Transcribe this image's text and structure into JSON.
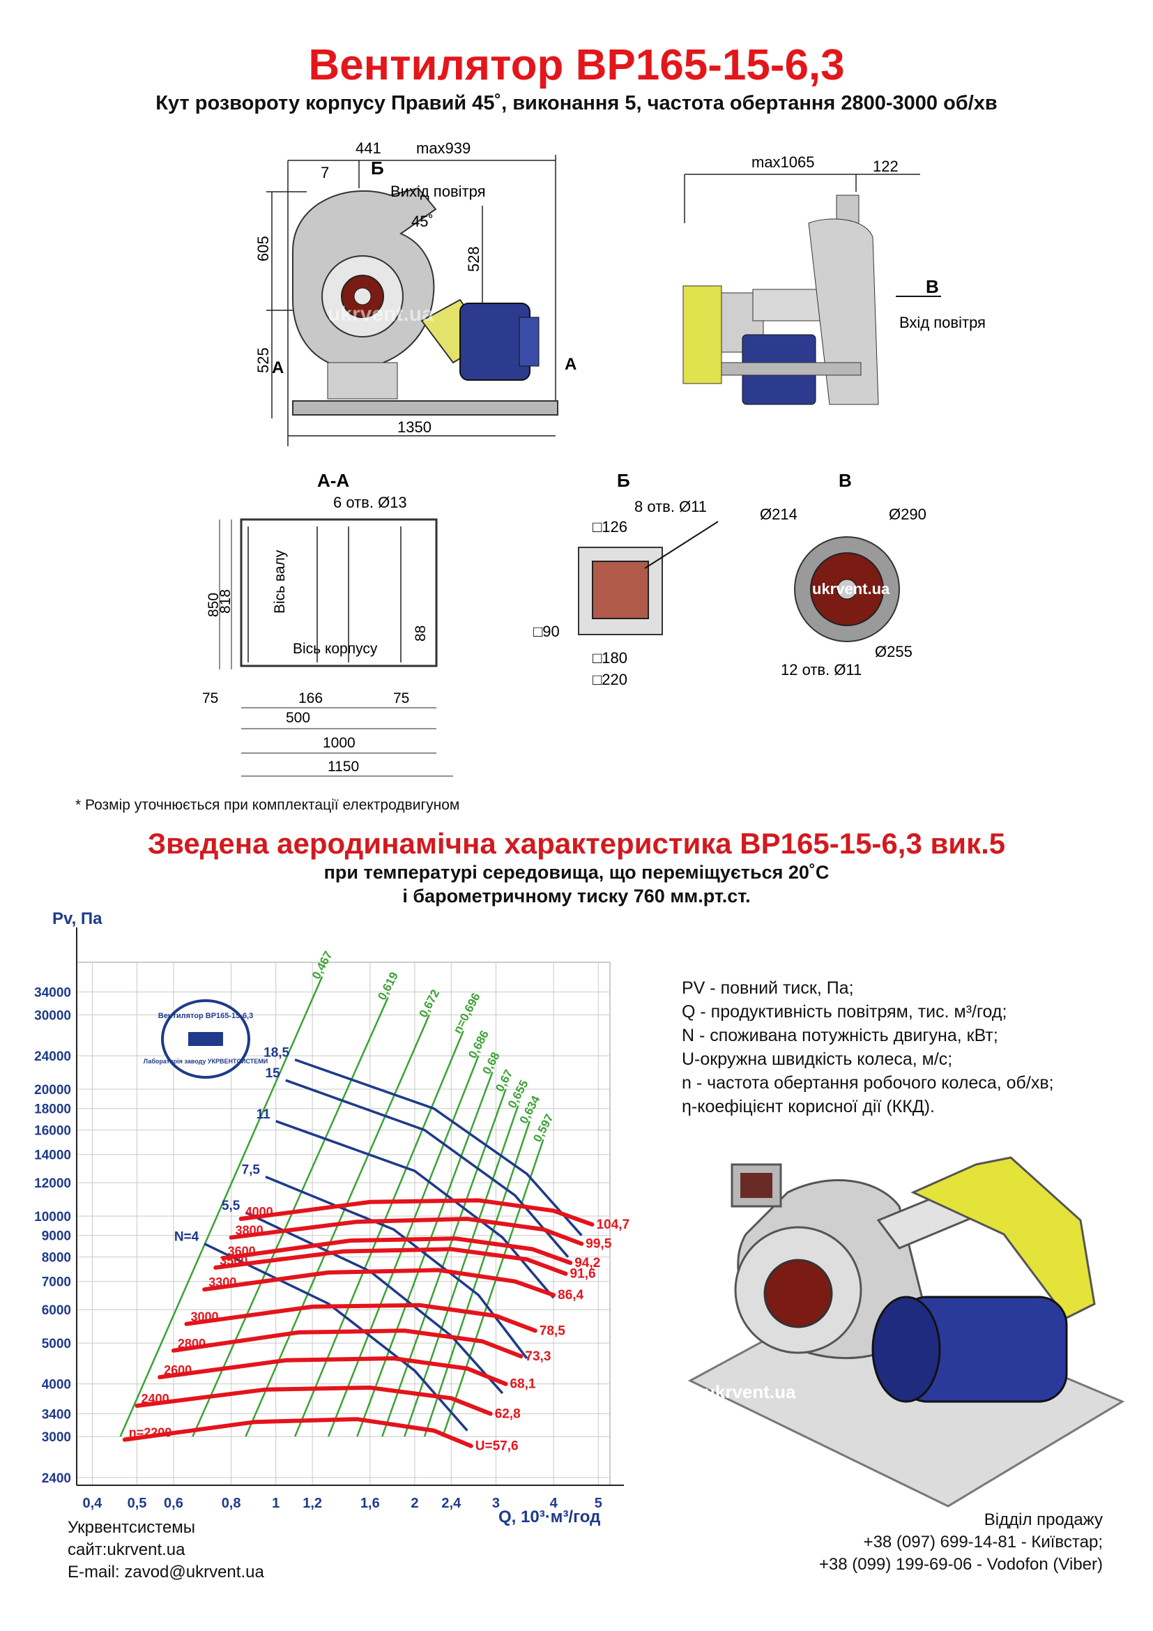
{
  "header": {
    "title": "Вентилятор ВР165-15-6,3",
    "subtitle": "Кут розвороту корпусу Правий 45˚, виконання 5, частота обертання 2800-3000 об/хв"
  },
  "drawing_top": {
    "dims": {
      "d441": "441",
      "d7": "7",
      "max939": "max939",
      "d605": "605",
      "d525": "525",
      "d528": "528",
      "angle": "45˚",
      "d1350": "1350",
      "sectionA": "А",
      "sectionB": "Б"
    },
    "outlet_label": "Вихід повітря",
    "watermark": "ukrvent.ua"
  },
  "drawing_side": {
    "dims": {
      "max1065": "max1065",
      "d122": "122"
    },
    "viewV": "В",
    "inlet_label": "Вхід повітря"
  },
  "section_aa": {
    "title": "А-А",
    "holes": "6 отв. Ø13",
    "axis_shaft": "Вісь валу",
    "axis_body": "Вісь корпусу",
    "dims": {
      "d850": "850",
      "d818": "818",
      "d88": "88",
      "d75a": "75",
      "d166": "166",
      "d75b": "75",
      "d500": "500",
      "d1000": "1000",
      "d1150": "1150"
    }
  },
  "view_b": {
    "title": "Б",
    "holes": "8 отв. Ø11",
    "dims": {
      "d126": "□126",
      "d90": "□90",
      "d180": "□180",
      "d220": "□220"
    }
  },
  "view_v": {
    "title": "В",
    "dims": {
      "d214": "Ø214",
      "d290": "Ø290",
      "d255": "Ø255"
    },
    "holes": "12 отв. Ø11",
    "watermark": "ukrvent.ua"
  },
  "footnote": "* Розмір уточнюється при комплектації електродвигуном",
  "aero": {
    "title": "Зведена аеродинамічна характеристика ВР165-15-6,3 вик.5",
    "line1": "при температурі середовища, що переміщується 20˚С",
    "line2": "і барометричному тиску 760 мм.рт.ст."
  },
  "legend": [
    "PV - повний тиск, Па;",
    "Q - продуктивність повітрям, тис. м³/год;",
    "N - споживана потужність двигуна, кВт;",
    "U-окружна швидкість колеса, м/с;",
    "n - частота обертання робочого колеса, об/хв;",
    "η-коефіцієнт корисної дії (ККД)."
  ],
  "logo": {
    "top": "Вентилятор ВР165-15-6,3",
    "bottom": "Лабораторія заводу УКРВЕНТСИСТЕМИ"
  },
  "render_watermark": "ukrvent.ua",
  "contacts_left": [
    "Укрвентсистемы",
    "сайт:ukrvent.ua",
    "E-mail: zavod@ukrvent.ua"
  ],
  "contacts_right": [
    "Відділ продажу",
    "+38 (097) 699-14-81 - Київстар;",
    "+38 (099) 199-69-06 - Vodofon (Viber)"
  ],
  "chart_data": {
    "type": "line",
    "ylabel": "Pv, Па",
    "xlabel": "Q, 10³·м³/год",
    "x_scale": "log",
    "y_scale": "log",
    "xlim": [
      0.37,
      5.3
    ],
    "ylim": [
      2300,
      40000
    ],
    "x_ticks": [
      "0,4",
      "0,5",
      "0,6",
      "0,8",
      "1",
      "1,2",
      "1,6",
      "2",
      "2,4",
      "3",
      "4",
      "5"
    ],
    "x_tick_values": [
      0.4,
      0.5,
      0.6,
      0.8,
      1,
      1.2,
      1.6,
      2,
      2.4,
      3,
      4,
      5
    ],
    "y_ticks": [
      "2400",
      "3000",
      "3400",
      "4000",
      "5000",
      "6000",
      "7000",
      "8000",
      "9000",
      "10000",
      "12000",
      "14000",
      "16000",
      "18000",
      "20000",
      "24000",
      "30000",
      "34000"
    ],
    "y_tick_values": [
      2400,
      3000,
      3400,
      4000,
      5000,
      6000,
      7000,
      8000,
      9000,
      10000,
      12000,
      14000,
      16000,
      18000,
      20000,
      24000,
      30000,
      34000
    ],
    "grid": true,
    "speed_curves": [
      {
        "n": "n=2200",
        "u": "U=57,6",
        "q": [
          0.47,
          0.9,
          1.5,
          2.2,
          2.65
        ],
        "p": [
          2950,
          3250,
          3300,
          3100,
          2850
        ]
      },
      {
        "n": "2400",
        "u": "62,8",
        "q": [
          0.5,
          0.95,
          1.6,
          2.4,
          2.92
        ],
        "p": [
          3550,
          3880,
          3920,
          3700,
          3400
        ]
      },
      {
        "n": "2600",
        "u": "68,1",
        "q": [
          0.56,
          1.05,
          1.8,
          2.6,
          3.15
        ],
        "p": [
          4150,
          4550,
          4600,
          4350,
          4000
        ]
      },
      {
        "n": "2800",
        "u": "73,3",
        "q": [
          0.6,
          1.12,
          1.9,
          2.8,
          3.4
        ],
        "p": [
          4800,
          5300,
          5350,
          5050,
          4650
        ]
      },
      {
        "n": "3000",
        "u": "78,5",
        "q": [
          0.64,
          1.2,
          2.05,
          3.0,
          3.65
        ],
        "p": [
          5550,
          6100,
          6150,
          5800,
          5350
        ]
      },
      {
        "n": "3300",
        "u": "86,4",
        "q": [
          0.7,
          1.3,
          2.25,
          3.3,
          4.0
        ],
        "p": [
          6700,
          7350,
          7450,
          7000,
          6500
        ]
      },
      {
        "n": "3500",
        "u": "91,6",
        "q": [
          0.74,
          1.4,
          2.4,
          3.5,
          4.25
        ],
        "p": [
          7550,
          8250,
          8350,
          7900,
          7300
        ]
      },
      {
        "n": "3600",
        "u": "94,2",
        "q": [
          0.77,
          1.45,
          2.45,
          3.6,
          4.35
        ],
        "p": [
          7950,
          8750,
          8850,
          8350,
          7750
        ]
      },
      {
        "n": "3800",
        "u": "99,5",
        "q": [
          0.8,
          1.5,
          2.6,
          3.8,
          4.6
        ],
        "p": [
          8900,
          9700,
          9850,
          9300,
          8600
        ]
      },
      {
        "n": "4000",
        "u": "104,7",
        "q": [
          0.84,
          1.6,
          2.75,
          4.0,
          4.85
        ],
        "p": [
          9850,
          10800,
          10900,
          10300,
          9550
        ]
      }
    ],
    "power_curves": [
      {
        "n": "N=4",
        "q": [
          0.7,
          1.3,
          2.0,
          2.6
        ],
        "p": [
          8600,
          6200,
          4300,
          3100
        ]
      },
      {
        "n": "5,5",
        "q": [
          0.86,
          1.6,
          2.4,
          3.1
        ],
        "p": [
          10200,
          7400,
          5200,
          3800
        ]
      },
      {
        "n": "7,5",
        "q": [
          0.95,
          1.8,
          2.75,
          3.5
        ],
        "p": [
          12400,
          9300,
          6500,
          4600
        ]
      },
      {
        "n": "11",
        "q": [
          1.0,
          2.0,
          3.1,
          4.0
        ],
        "p": [
          16800,
          12800,
          8900,
          6400
        ]
      },
      {
        "n": "15",
        "q": [
          1.05,
          2.1,
          3.3,
          4.3
        ],
        "p": [
          21000,
          16000,
          11200,
          8000
        ]
      },
      {
        "n": "18,5",
        "q": [
          1.1,
          2.2,
          3.5,
          4.6
        ],
        "p": [
          23500,
          18000,
          12600,
          9000
        ]
      }
    ],
    "efficiency_lines": [
      {
        "eta": "0,467",
        "q": [
          0.46,
          1.26
        ],
        "p": [
          3000,
          37000
        ]
      },
      {
        "eta": "0,619",
        "q": [
          0.66,
          1.75
        ],
        "p": [
          3000,
          33000
        ]
      },
      {
        "eta": "0,672",
        "q": [
          0.86,
          2.15
        ],
        "p": [
          3000,
          30000
        ]
      },
      {
        "eta": "n=0,696",
        "q": [
          1.1,
          2.55
        ],
        "p": [
          3000,
          27500
        ]
      },
      {
        "eta": "0,686",
        "q": [
          1.3,
          2.75
        ],
        "p": [
          3000,
          24000
        ]
      },
      {
        "eta": "0,68",
        "q": [
          1.5,
          2.95
        ],
        "p": [
          3000,
          22000
        ]
      },
      {
        "eta": "0,67",
        "q": [
          1.7,
          3.15
        ],
        "p": [
          3000,
          20000
        ]
      },
      {
        "eta": "0,655",
        "q": [
          1.9,
          3.35
        ],
        "p": [
          3000,
          18300
        ]
      },
      {
        "eta": "0,634",
        "q": [
          2.1,
          3.55
        ],
        "p": [
          3000,
          16800
        ]
      },
      {
        "eta": "0,597",
        "q": [
          2.3,
          3.8
        ],
        "p": [
          3000,
          15200
        ]
      }
    ],
    "colors": {
      "speed": "#e4141c",
      "power": "#1f3a8a",
      "efficiency": "#3aa335",
      "grid": "#c9c9c9"
    }
  }
}
